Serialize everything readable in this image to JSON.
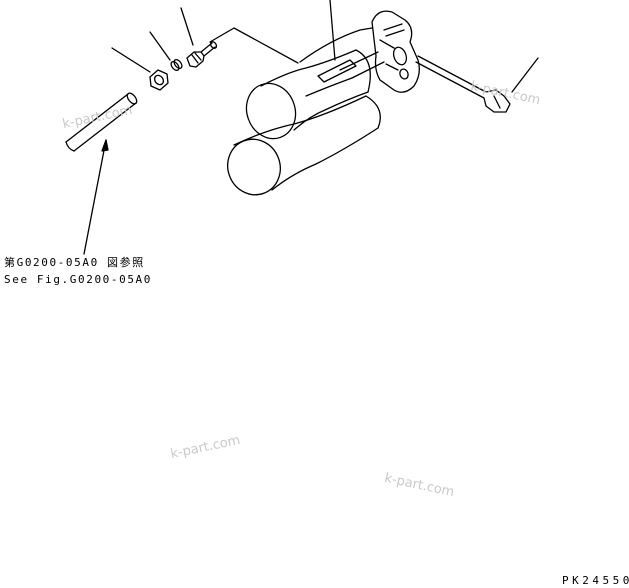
{
  "reference": {
    "jp": "第G0200-05A0 図参照",
    "en": "See Fig.G0200-05A0"
  },
  "drawing_number": "PK24550",
  "watermarks": [
    "k-part.com",
    "k-part.com",
    "k-part.com",
    "k-part.com"
  ],
  "colors": {
    "line": "#000000",
    "watermark": "#c9c9c9",
    "background": "#ffffff"
  }
}
